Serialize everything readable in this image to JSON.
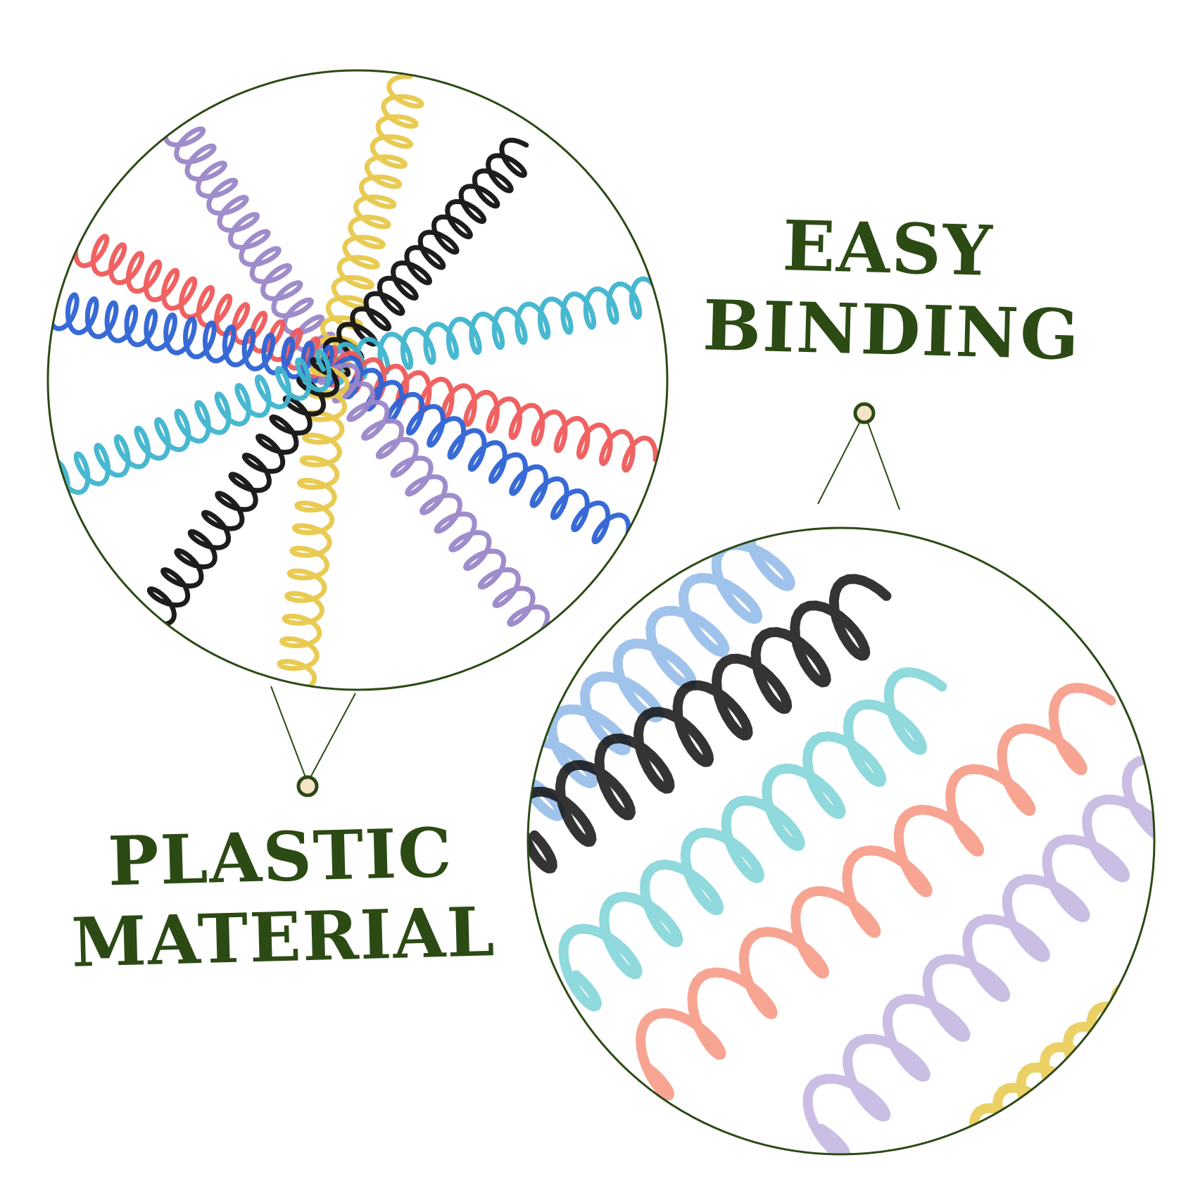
{
  "labels": {
    "easy_binding": {
      "line1": "EASY",
      "line2": "BINDING"
    },
    "plastic_material": {
      "line1": "PLASTIC",
      "line2": "MATERIAL"
    }
  },
  "colors": {
    "text_green": "#2c4a14",
    "outline": "#2c4a14",
    "dot_fill": "#f5e4c8",
    "spring_yellow": "#e8c84a",
    "spring_black": "#111111",
    "spring_cyan": "#3eb4cf",
    "spring_red": "#ef5a5a",
    "spring_blue": "#2d62d4",
    "spring_purple": "#9a86c8",
    "spring_light_blue": "#8fb8e8",
    "spring_teal": "#7cd2d6",
    "spring_salmon": "#f6957f",
    "spring_lavender": "#c2b3df"
  }
}
